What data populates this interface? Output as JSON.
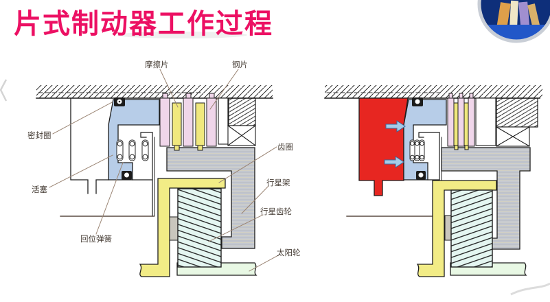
{
  "slide": {
    "title": "片式制动器工作过程"
  },
  "left_diagram": {
    "state": "brake-released",
    "labels": {
      "friction_plate": "摩擦片",
      "steel_plate": "钢片",
      "seal_ring": "密封圈",
      "piston": "活塞",
      "return_spring": "回位弹簧",
      "ring_gear": "齿圈",
      "planet_carrier": "行星架",
      "planet_gear": "行星齿轮",
      "sun_gear": "太阳轮"
    }
  },
  "right_diagram": {
    "state": "brake-applied",
    "icons": [
      "pressure-arrow-icon",
      "pressure-arrow-icon"
    ]
  },
  "colors": {
    "title_text": "#ec1063",
    "pressure_oil_red": "#e72621",
    "piston_blue": "#b7cde8",
    "arrow_blue": "#a6cbe8",
    "steel_plate_pink": "#f0d6ea",
    "friction_plate_yellow": "#f0e87e",
    "planet_gear_cyan": "#e4f6f1",
    "sun_gear_green": "#e8f8e4",
    "carrier_gray": "#c6cad2",
    "logo_navy": "#0e2f7a"
  }
}
